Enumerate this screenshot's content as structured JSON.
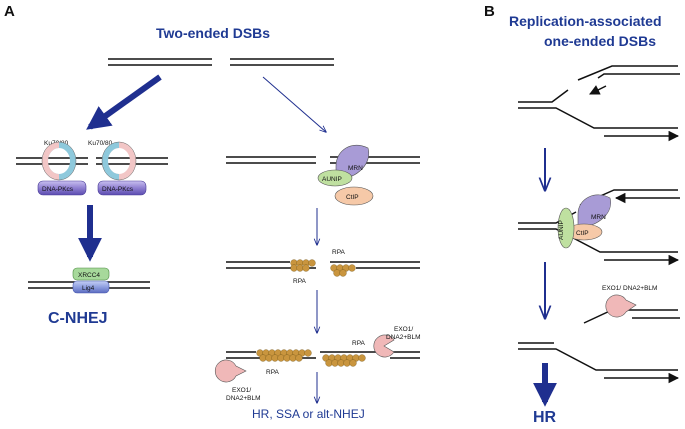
{
  "panel_a": {
    "letter": "A",
    "title": "Two-ended DSBs",
    "ku_label_1": "Ku70/80",
    "ku_label_2": "Ku70/80",
    "dnapk_label_1": "DNA-PKcs",
    "dnapk_label_2": "DNA-PKcs",
    "xrcc4_label": "XRCC4",
    "lig4_label": "Lig4",
    "cnhej_label": "C-NHEJ",
    "aunip_label": "AUNIP",
    "mrn_label": "MRN",
    "ctip_label": "CtIP",
    "rpa_label_1": "RPA",
    "rpa_label_2": "RPA",
    "rpa_label_3": "RPA",
    "rpa_label_4": "RPA",
    "exo_label_1": "EXO1/",
    "exo_label_1b": "DNA2+BLM",
    "exo_label_2": "EXO1/",
    "exo_label_2b": "DNA2+BLM",
    "outcome_label": "HR, SSA or alt-NHEJ"
  },
  "panel_b": {
    "letter": "B",
    "title_line1": "Replication-associated",
    "title_line2": "one-ended DSBs",
    "aunip_label": "AUNIP",
    "mrn_label": "MRN",
    "ctip_label": "CtIP",
    "exo_label": "EXO1/ DNA2+BLM",
    "hr_label": "HR"
  },
  "colors": {
    "arrow_blue": "#1f2f8f",
    "heading_blue": "#1f3a93",
    "ku_pink": "#f2c6c6",
    "ku_blue": "#8ec9dc",
    "dnapk_purple": "#8f7fd1",
    "xrcc4_green": "#a7d99b",
    "lig4_purple": "#8f9fe0",
    "aunip_green": "#bfe0a0",
    "mrn_purple": "#a89bd6",
    "ctip_orange": "#f6c9a8",
    "rpa_gold": "#c9953e",
    "exo_pink": "#f0b8b8"
  }
}
